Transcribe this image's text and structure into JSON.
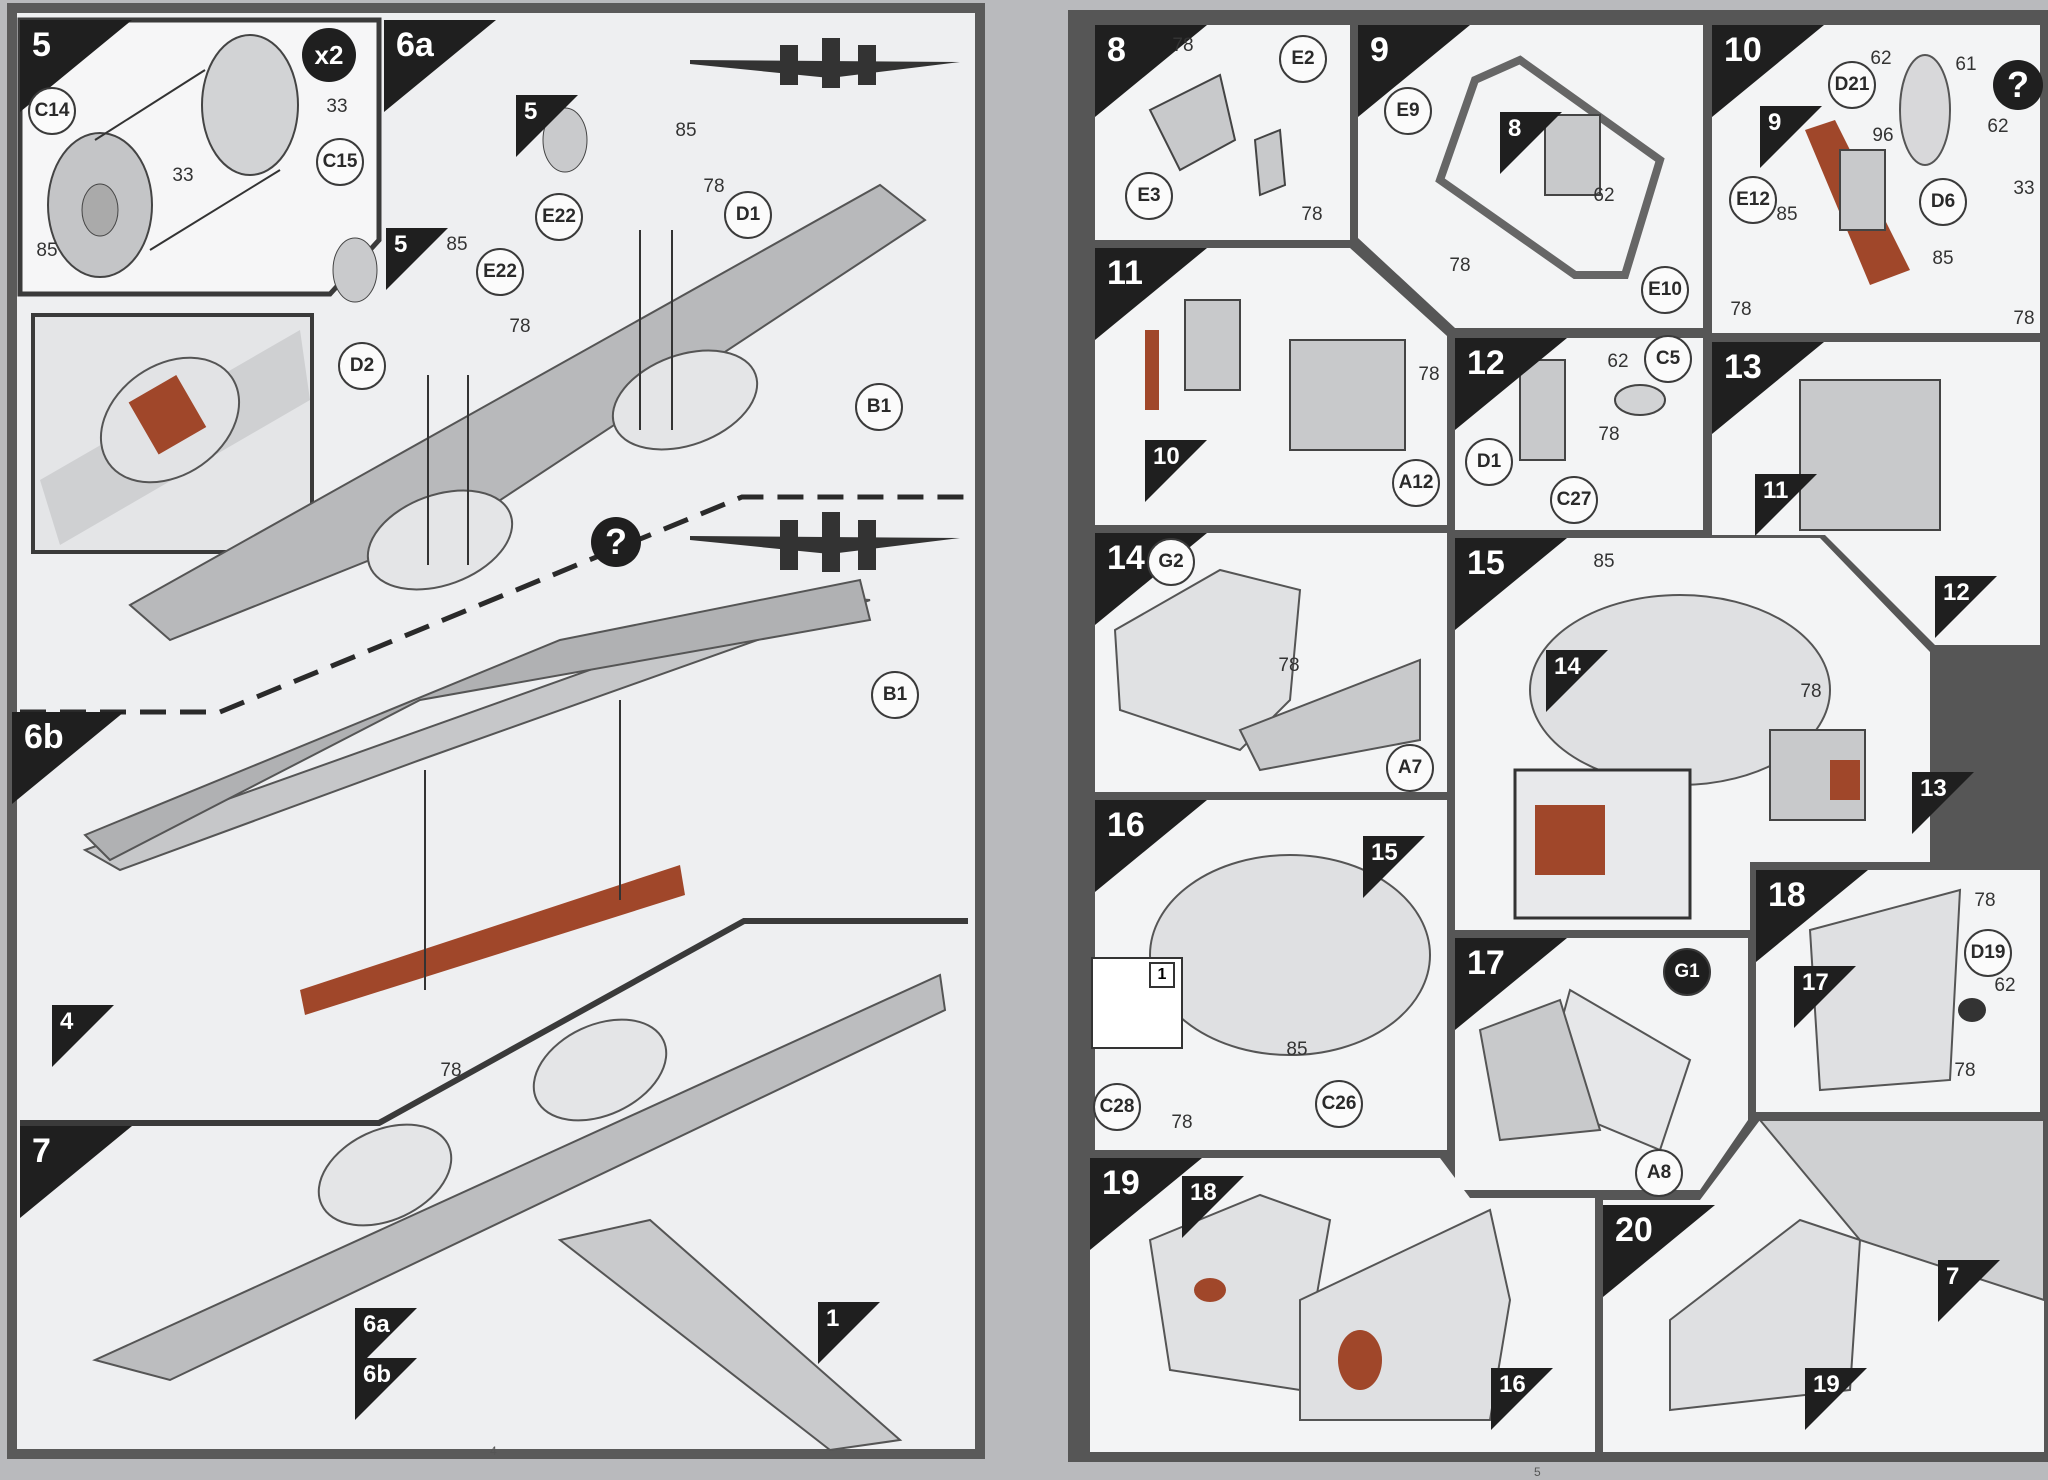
{
  "pages": {
    "left_number": "4",
    "right_number": "5"
  },
  "colors": {
    "panel": "#f3f4f5",
    "gutter": "#555555",
    "part_grey": "#b8b9bb",
    "accent_brown": "#a0472a",
    "marker": "#1f1f1f"
  },
  "steps": [
    {
      "id": "5",
      "badge": "x2",
      "parts": [
        "C14",
        "C15"
      ],
      "paints": [
        "33",
        "33",
        "85"
      ]
    },
    {
      "id": "6a",
      "substeps": [
        "5",
        "5"
      ],
      "parts": [
        "E22",
        "D1",
        "E22",
        "D2",
        "B1"
      ],
      "paints": [
        "85",
        "78",
        "85",
        "78"
      ],
      "hint": "?"
    },
    {
      "id": "6b",
      "parts": [
        "B1"
      ],
      "substeps": [
        "4"
      ]
    },
    {
      "id": "7",
      "paints": [
        "78"
      ],
      "substeps": [
        "1",
        "6a",
        "6b"
      ]
    },
    {
      "id": "8",
      "parts": [
        "E2",
        "E3"
      ],
      "paints": [
        "78",
        "78"
      ]
    },
    {
      "id": "9",
      "parts": [
        "E9",
        "E10"
      ],
      "paints": [
        "62",
        "78"
      ],
      "substeps": [
        "8"
      ]
    },
    {
      "id": "10",
      "parts": [
        "D21",
        "E12",
        "D6"
      ],
      "paints": [
        "62",
        "61",
        "96",
        "62",
        "33",
        "85",
        "85",
        "78",
        "78"
      ],
      "substeps": [
        "9"
      ],
      "hint": "?"
    },
    {
      "id": "11",
      "parts": [
        "A12"
      ],
      "paints": [
        "78"
      ],
      "substeps": [
        "10"
      ]
    },
    {
      "id": "12",
      "parts": [
        "C5",
        "D1",
        "C27"
      ],
      "paints": [
        "62",
        "78"
      ]
    },
    {
      "id": "13",
      "substeps": [
        "11",
        "12"
      ]
    },
    {
      "id": "14",
      "parts": [
        "G2",
        "A7"
      ],
      "paints": [
        "78"
      ]
    },
    {
      "id": "15",
      "paints": [
        "85",
        "78"
      ],
      "substeps": [
        "14",
        "13"
      ]
    },
    {
      "id": "16",
      "parts": [
        "C28",
        "C26"
      ],
      "paints": [
        "85",
        "78"
      ],
      "substeps": [
        "15"
      ],
      "detail": "1"
    },
    {
      "id": "17",
      "parts": [
        "G1",
        "A8"
      ]
    },
    {
      "id": "18",
      "parts": [
        "D19"
      ],
      "paints": [
        "78",
        "62",
        "78"
      ],
      "substeps": [
        "17"
      ]
    },
    {
      "id": "19",
      "substeps": [
        "18",
        "16"
      ]
    },
    {
      "id": "20",
      "substeps": [
        "7",
        "19"
      ]
    }
  ]
}
